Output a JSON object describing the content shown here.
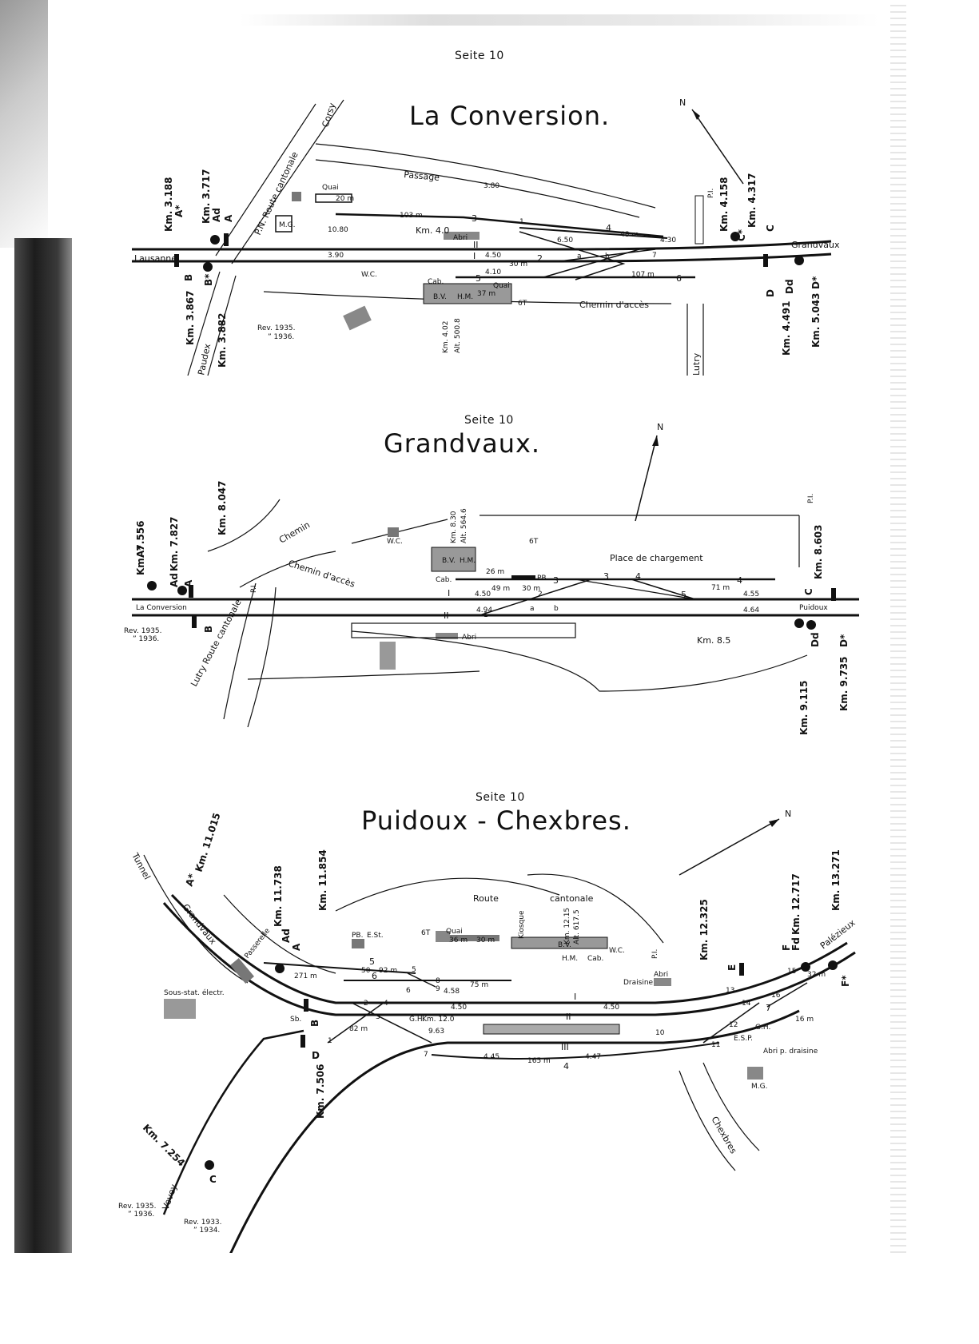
{
  "page": {
    "panels": [
      {
        "id": "la-conversion",
        "seite": "Seite 10",
        "title": "La Conversion.",
        "north": "N",
        "directions": [
          "Lausanne",
          "Grandvaux",
          "Corsy",
          "Paudex",
          "Lutry"
        ],
        "roads": [
          "P.N. Route cantonale",
          "Passage",
          "Chemin d'accès",
          "P.I."
        ],
        "buildings": [
          "Quai",
          "Abri",
          "W.C.",
          "Cab.",
          "B.V.",
          "H.M.",
          "Quai",
          "M.G."
        ],
        "tracks": [
          "I",
          "II",
          "1",
          "2",
          "3",
          "4",
          "5",
          "6",
          "7",
          "a",
          "b",
          "6T"
        ],
        "measures": [
          "3.80",
          "103 m",
          "10.80",
          "3.90",
          "4.50",
          "6.50",
          "48 m",
          "4.30",
          "4.10",
          "30 m",
          "107 m",
          "37 m",
          "20 m"
        ],
        "km_labels": [
          "Km. 3.188",
          "Km. 3.717",
          "Km. 3.867",
          "Km. 3.882",
          "Km. 4.0",
          "Km. 4.02",
          "Alt. 500.8",
          "Km. 4.158",
          "Km. 4.317",
          "Km. 4.491",
          "Km. 5.043"
        ],
        "signals": [
          "A*",
          "Ad",
          "A",
          "B",
          "B*",
          "C",
          "C*",
          "D",
          "Dd",
          "D*"
        ],
        "revision": [
          "Rev. 1935.",
          "” 1936."
        ]
      },
      {
        "id": "grandvaux",
        "seite": "Seite 10",
        "title": "Grandvaux.",
        "north": "N",
        "directions": [
          "La Conversion",
          "Puidoux",
          "Lutry Route cantonale"
        ],
        "roads": [
          "Chemin",
          "Chemin d'accès",
          "P.I.",
          "Place de chargement",
          "P.I."
        ],
        "buildings": [
          "W.C.",
          "B.V.",
          "H.M.",
          "Cab.",
          "PB.",
          "Abri"
        ],
        "tracks": [
          "I",
          "II",
          "1",
          "2",
          "3",
          "3",
          "4",
          "4",
          "5",
          "a",
          "b",
          "6T"
        ],
        "measures": [
          "26 m",
          "49 m",
          "30 m",
          "4.50",
          "4.94",
          "71 m",
          "4.55",
          "4.64"
        ],
        "km_labels": [
          "Km. 7.556",
          "Km. 7.827",
          "Km. 8.047",
          "Km. 8.30",
          "Alt. 564.6",
          "Km. 8.603",
          "Km. 8.5",
          "Km. 9.115",
          "Km. 9.735"
        ],
        "signals": [
          "A*",
          "Ad",
          "A",
          "B",
          "C",
          "Dd",
          "D*"
        ],
        "revision": [
          "Rev. 1935.",
          "” 1936."
        ]
      },
      {
        "id": "puidoux-chexbres",
        "seite": "Seite 10",
        "title": "Puidoux - Chexbres.",
        "north": "N",
        "directions": [
          "Tunnel",
          "Grandvaux",
          "Palézieux",
          "Chexbres",
          "Vevey"
        ],
        "roads": [
          "Route",
          "cantonale",
          "Passerelle",
          "P.I.",
          "Draisine",
          "Abri p. draisine"
        ],
        "buildings": [
          "PB.",
          "E.St.",
          "Quai",
          "Kiosque",
          "B.V.",
          "W.C.",
          "Cab.",
          "Abri",
          "Sous-stat. électr.",
          "G.H.",
          "E.S.P.",
          "G.H.",
          "M.G.",
          "H.M."
        ],
        "tracks": [
          "I",
          "II",
          "III",
          "1",
          "2",
          "3",
          "4",
          "4",
          "5",
          "5",
          "6",
          "6",
          "7",
          "7",
          "8",
          "9",
          "10",
          "11",
          "12",
          "13",
          "14",
          "15",
          "16",
          "Sb.",
          "6T"
        ],
        "measures": [
          "271 m",
          "50",
          "92 m",
          "4.58",
          "75 m",
          "36 m",
          "30 m",
          "4.50",
          "82 m",
          "9.63",
          "4.45",
          "165 m",
          "4.47",
          "4.50",
          "16 m",
          "32 m"
        ],
        "km_labels": [
          "Km. 11.015",
          "Km. 11.738",
          "Km. 11.854",
          "Km. 12.0",
          "Km. 12.15",
          "Alt. 617.5",
          "Km. 12.325",
          "Km. 12.717",
          "Km. 13.271",
          "Km. 7.254",
          "Km. 7.506"
        ],
        "signals": [
          "A*",
          "Ad",
          "A",
          "B",
          "C",
          "D",
          "E",
          "F",
          "Fd",
          "F*"
        ],
        "revision": [
          "Rev. 1935.",
          "” 1936.",
          "Rev. 1933.",
          "” 1934."
        ]
      }
    ]
  }
}
